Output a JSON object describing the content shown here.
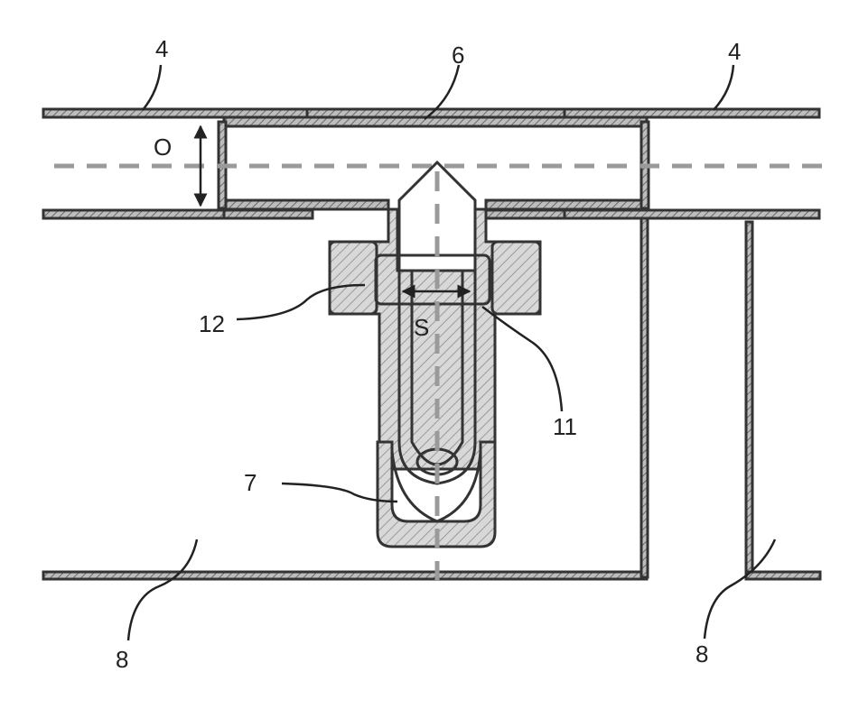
{
  "labels": {
    "pipe_left": "4",
    "pipe_right": "4",
    "tee": "6",
    "opening": "O",
    "seal": "12",
    "gap": "S",
    "ring": "11",
    "plug": "7",
    "wall_left": "8",
    "wall_right": "8"
  },
  "colors": {
    "line": "#333333",
    "hatch": "#8a8a8a",
    "background": "#ffffff"
  }
}
